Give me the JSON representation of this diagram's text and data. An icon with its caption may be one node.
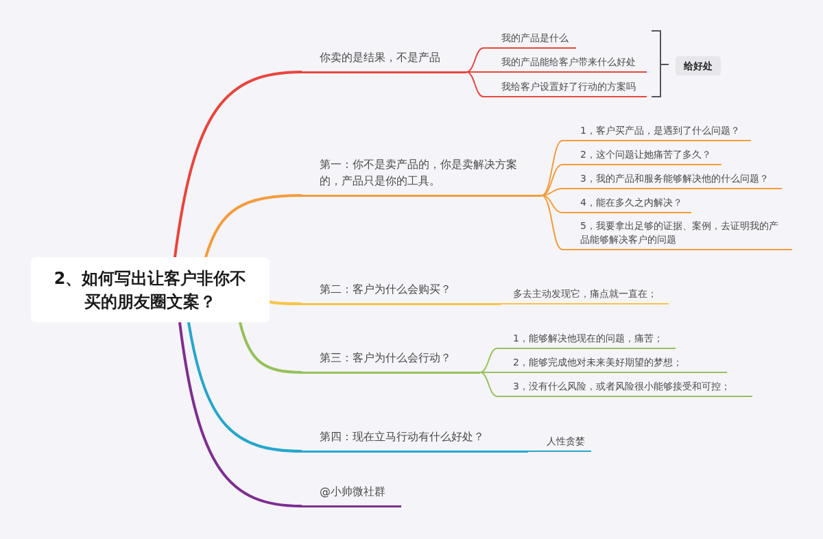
{
  "diagram": {
    "nodes": [
      {
        "text": [
          "2、如何写出让客户非你不买的朋友圈文案？"
        ]
      },
      {
        "text": [
          "你卖的是结果，不是产品"
        ]
      },
      {
        "text": [
          "我的产品是什么"
        ]
      },
      {
        "text": [
          "我的产品能给客户带来什么好处"
        ]
      },
      {
        "text": [
          "我给客户设置好了行动的方案吗"
        ]
      },
      {
        "text": [
          "给好处"
        ]
      },
      {
        "text": [
          "第一：你不是卖产品的，你是卖解决方案的，产品只是你的工具。"
        ]
      },
      {
        "text": [
          "1，客户买产品，是遇到了什么问题？"
        ]
      },
      {
        "text": [
          "2，这个问题让她痛苦了多久？"
        ]
      },
      {
        "text": [
          "3，我的产品和服务能够解决他的什么问题？"
        ]
      },
      {
        "text": [
          "4，能在多久之内解决？"
        ]
      },
      {
        "text": [
          "5，我要拿出足够的证据、案例，去证明我的产品能够解决客户的问题"
        ]
      },
      {
        "text": [
          "第二：客户为什么会购买？"
        ]
      },
      {
        "text": [
          "多去主动发现它，痛点就一直在；"
        ]
      },
      {
        "text": [
          "第三：客户为什么会行动？"
        ]
      },
      {
        "text": [
          "1，能够解决他现在的问题，痛苦；"
        ]
      },
      {
        "text": [
          "2，能够完成他对未来美好期望的梦想；"
        ]
      },
      {
        "text": [
          "3，没有什么风险，或者风险很小能够接受和可控；"
        ]
      },
      {
        "text": [
          "第四：现在立马行动有什么好处？"
        ]
      },
      {
        "text": [
          "人性贪婪"
        ]
      },
      {
        "text": [
          "@小帅微社群"
        ]
      }
    ],
    "edges": [
      {
        "from": 0,
        "to": 1,
        "arrow": "none",
        "style": "thick",
        "color": "#e8453c"
      },
      {
        "from": 1,
        "to": 2,
        "arrow": "none",
        "color": "#e8453c"
      },
      {
        "from": 1,
        "to": 3,
        "arrow": "none",
        "color": "#e8453c"
      },
      {
        "from": 1,
        "to": 4,
        "arrow": "none",
        "color": "#e8453c"
      },
      {
        "from": 0,
        "to": 6,
        "arrow": "none",
        "style": "thick",
        "color": "#f39c3c"
      },
      {
        "from": 6,
        "to": 7,
        "arrow": "none",
        "color": "#f39c3c"
      },
      {
        "from": 6,
        "to": 8,
        "arrow": "none",
        "color": "#f39c3c"
      },
      {
        "from": 6,
        "to": 9,
        "arrow": "none",
        "color": "#f39c3c"
      },
      {
        "from": 6,
        "to": 10,
        "arrow": "none",
        "color": "#f39c3c"
      },
      {
        "from": 6,
        "to": 11,
        "arrow": "none",
        "color": "#f39c3c"
      },
      {
        "from": 0,
        "to": 12,
        "arrow": "none",
        "style": "thick",
        "color": "#f7c548"
      },
      {
        "from": 12,
        "to": 13,
        "arrow": "none",
        "color": "#f7c548"
      },
      {
        "from": 0,
        "to": 14,
        "arrow": "none",
        "style": "thick",
        "color": "#95c15a"
      },
      {
        "from": 14,
        "to": 15,
        "arrow": "none",
        "color": "#95c15a"
      },
      {
        "from": 14,
        "to": 16,
        "arrow": "none",
        "color": "#95c15a"
      },
      {
        "from": 14,
        "to": 17,
        "arrow": "none",
        "color": "#95c15a"
      },
      {
        "from": 0,
        "to": 18,
        "arrow": "none",
        "style": "thick",
        "color": "#26a6cb"
      },
      {
        "from": 18,
        "to": 19,
        "arrow": "none",
        "color": "#26a6cb"
      },
      {
        "from": 0,
        "to": 20,
        "arrow": "none",
        "style": "thick",
        "color": "#7d2e8f"
      }
    ]
  }
}
